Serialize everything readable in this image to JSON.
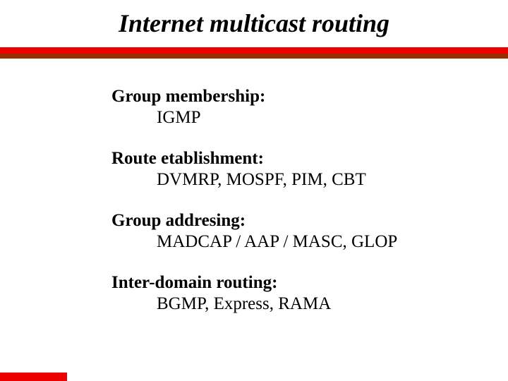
{
  "slide": {
    "title": "Internet multicast routing",
    "groups": [
      {
        "heading": "Group membership:",
        "items": "IGMP"
      },
      {
        "heading": "Route etablishment:",
        "items": "DVMRP, MOSPF, PIM, CBT"
      },
      {
        "heading": "Group addresing:",
        "items": "MADCAP / AAP / MASC, GLOP"
      },
      {
        "heading": "Inter-domain routing:",
        "items": "BGMP, Express, RAMA"
      }
    ]
  },
  "colors": {
    "accent_red": "#ec0000",
    "accent_dark_red": "#9a2e00",
    "text": "#000000",
    "background": "#ffffff"
  }
}
